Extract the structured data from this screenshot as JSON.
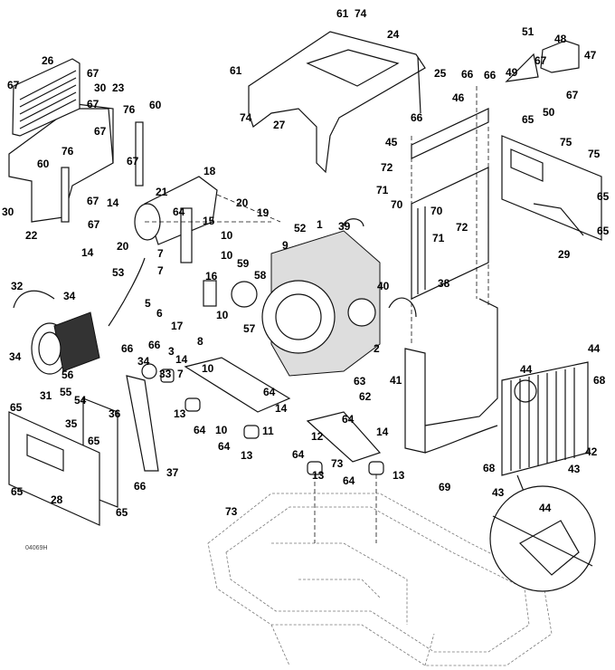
{
  "drawing_id": "04069H",
  "callouts": [
    "61",
    "74",
    "24",
    "25",
    "61",
    "74",
    "27",
    "26",
    "67",
    "67",
    "67",
    "30",
    "23",
    "76",
    "60",
    "67",
    "76",
    "60",
    "67",
    "67",
    "67",
    "22",
    "14",
    "14",
    "30",
    "18",
    "21",
    "64",
    "15",
    "10",
    "20",
    "19",
    "52",
    "9",
    "1",
    "39",
    "10",
    "20",
    "7",
    "7",
    "53",
    "59",
    "58",
    "16",
    "5",
    "6",
    "17",
    "10",
    "57",
    "3",
    "32",
    "34",
    "40",
    "38",
    "34",
    "31",
    "56",
    "55",
    "54",
    "34",
    "33",
    "66",
    "66",
    "36",
    "14",
    "7",
    "8",
    "10",
    "2",
    "63",
    "41",
    "62",
    "64",
    "14",
    "13",
    "64",
    "10",
    "64",
    "11",
    "13",
    "12",
    "64",
    "14",
    "64",
    "73",
    "64",
    "13",
    "13",
    "65",
    "35",
    "65",
    "37",
    "66",
    "28",
    "65",
    "65",
    "73",
    "69",
    "68",
    "42",
    "43",
    "43",
    "68",
    "44",
    "44",
    "44",
    "51",
    "48",
    "47",
    "67",
    "67",
    "49",
    "50",
    "66",
    "66",
    "46",
    "65",
    "66",
    "45",
    "75",
    "75",
    "72",
    "71",
    "70",
    "70",
    "71",
    "72",
    "65",
    "65",
    "29"
  ]
}
